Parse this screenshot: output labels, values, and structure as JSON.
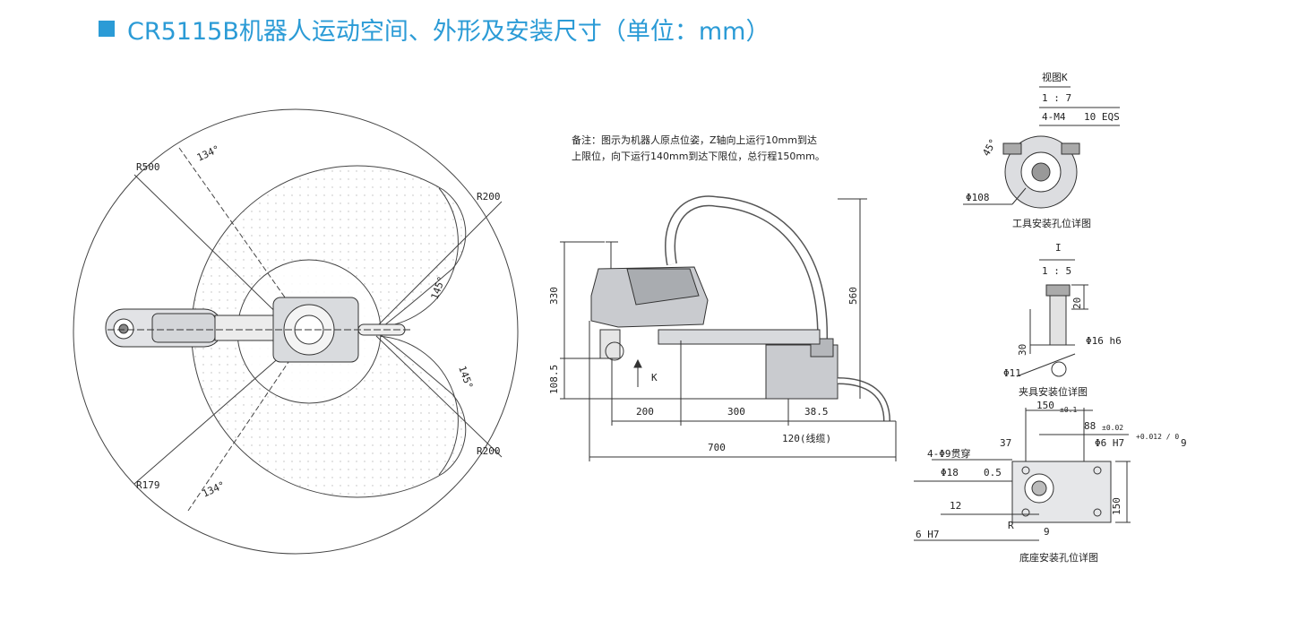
{
  "title": "CR5115B机器人运动空间、外形及安装尺寸（单位：mm）",
  "colors": {
    "accent": "#2b9bd6",
    "line": "#333333",
    "robot_body": "#c9cbcf",
    "robot_dark": "#8a8d92"
  },
  "workspace": {
    "r500": "R500",
    "r179": "R179",
    "r200_top": "R200",
    "r200_bottom": "R200",
    "angle_134_top": "134°",
    "angle_134_bottom": "134°",
    "angle_145_top": "145°",
    "angle_145_bottom": "145°"
  },
  "side_view": {
    "note_line1": "备注：图示为机器人原点位姿，Z轴向上运行10mm到达",
    "note_line2": "上限位，向下运行140mm到达下限位，总行程150mm。",
    "d330": "330",
    "d108_5": "108.5",
    "d560": "560",
    "d200": "200",
    "d300": "300",
    "d38_5": "38.5",
    "d700": "700",
    "d120": "120(线缆)",
    "view_k": "K"
  },
  "tool_detail": {
    "view_title": "视图K",
    "scale": "1 : 7",
    "thread": "4-M4",
    "thread_depth": "10 EQS",
    "angle": "45°",
    "dia": "Φ108",
    "caption": "工具安装孔位详图"
  },
  "clamp_detail": {
    "label": "I",
    "scale": "1 : 5",
    "d20": "20",
    "d30": "30",
    "dia16": "Φ16 h6",
    "dia11": "Φ11",
    "caption": "夹具安装位详图"
  },
  "base_detail": {
    "d150_top": "150",
    "tol_01": "±0.1",
    "d88": "88",
    "tol_002": "±0.02",
    "hole_top": "Φ6 H7",
    "hole_tol": "+0.012 / 0",
    "hole_depth": "9",
    "thru": "4-Φ9贯穿",
    "d37": "37",
    "cbore": "Φ18",
    "cbore_depth": "0.5",
    "d150_side": "150",
    "d12": "12",
    "r": "R",
    "d9": "9",
    "hole_bottom": "6 H7",
    "caption": "底座安装孔位详图"
  }
}
